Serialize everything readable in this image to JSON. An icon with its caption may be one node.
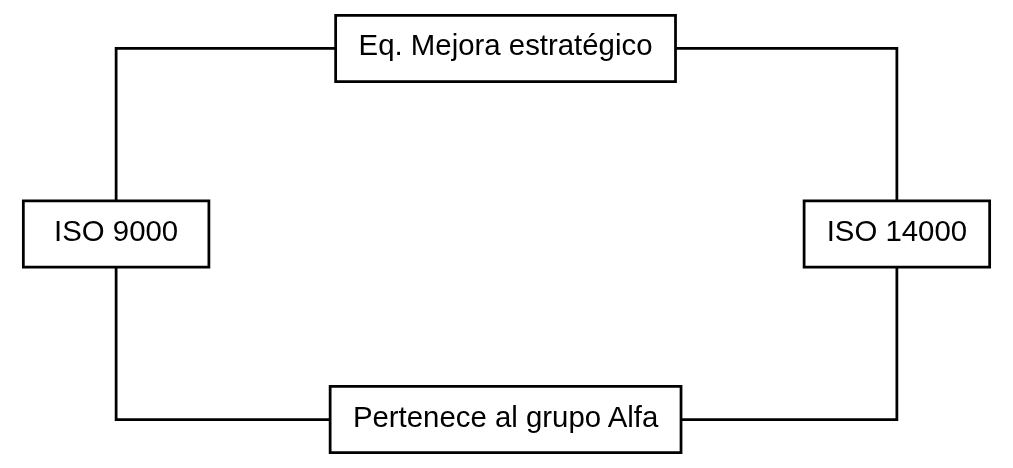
{
  "diagram": {
    "nodes": [
      {
        "text": [
          "Eq. Mejora estratégico"
        ]
      },
      {
        "text": [
          "ISO 9000"
        ]
      },
      {
        "text": [
          "ISO 14000"
        ]
      },
      {
        "text": [
          "Pertenece al grupo Alfa"
        ]
      }
    ],
    "edges": [
      {
        "from": 0,
        "to": 1,
        "arrow": "none"
      },
      {
        "from": 0,
        "to": 2,
        "arrow": "none"
      },
      {
        "from": 1,
        "to": 3,
        "arrow": "none"
      },
      {
        "from": 2,
        "to": 3,
        "arrow": "none"
      }
    ]
  }
}
